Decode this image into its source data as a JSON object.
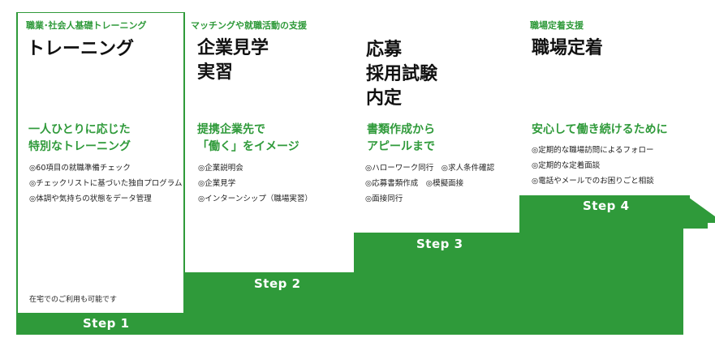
{
  "colors": {
    "green": "#2f9a3a",
    "yellow": "#f2ea2c"
  },
  "steps": [
    {
      "label": "Step 1",
      "top_label": "職業･社会人基礎トレーニング",
      "title_lines": [
        "トレーニング"
      ],
      "subhead_lines": [
        "一人ひとりに応じた",
        "特別なトレーニング"
      ],
      "items": [
        "◎60項目の就職準備チェック",
        "◎チェックリストに基づいた独自プログラム",
        "◎体調や気持ちの状態をデータ管理"
      ],
      "note": "在宅でのご利用も可能です"
    },
    {
      "label": "Step 2",
      "top_label": "マッチングや就職活動の支援",
      "title_lines": [
        "企業見学",
        "実習"
      ],
      "subhead_lines": [
        "提携企業先で",
        "「働く」をイメージ"
      ],
      "items": [
        "◎企業説明会",
        "◎企業見学",
        "◎インターンシップ（職場実習）"
      ]
    },
    {
      "label": "Step 3",
      "title_lines": [
        "応募",
        "採用試験",
        "内定"
      ],
      "subhead_lines": [
        "書類作成から",
        "アピールまで"
      ],
      "items": [
        "◎ハローワーク同行　◎求人条件確認",
        "◎応募書類作成　◎模擬面接",
        "◎面接同行"
      ]
    },
    {
      "label": "Step 4",
      "top_label": "職場定着支援",
      "title_lines": [
        "職場定着"
      ],
      "subhead_lines": [
        "安心して働き続けるために"
      ],
      "items": [
        "◎定期的な職場訪問によるフォロー",
        "◎定期的な定着面談",
        "◎電話やメールでのお困りごと相談"
      ]
    }
  ]
}
